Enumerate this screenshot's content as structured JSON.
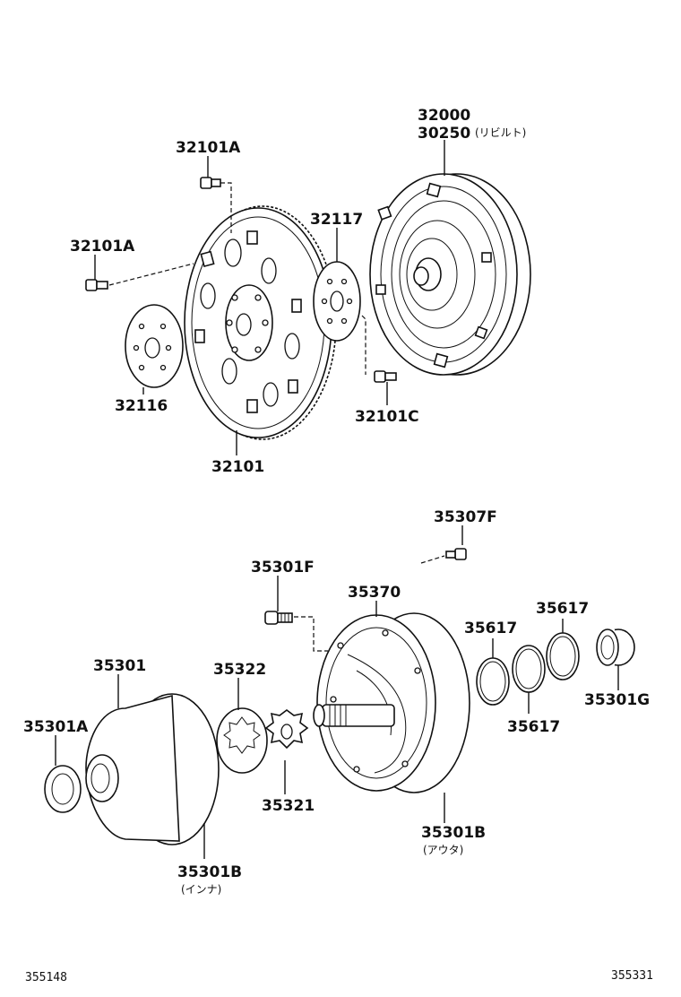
{
  "labels": {
    "p32000": "32000",
    "p30250": "30250",
    "p30250_note": "(リビルト)",
    "p32101A_top": "32101A",
    "p32101A_left": "32101A",
    "p32117": "32117",
    "p32116": "32116",
    "p32101C": "32101C",
    "p32101": "32101",
    "p35307F": "35307F",
    "p35301F": "35301F",
    "p35370": "35370",
    "p35617_a": "35617",
    "p35617_b": "35617",
    "p35617_c": "35617",
    "p35301": "35301",
    "p35322": "35322",
    "p35301A": "35301A",
    "p35301G": "35301G",
    "p35321": "35321",
    "p35301B_outer": "35301B",
    "p35301B_outer_note": "(アウタ)",
    "p35301B_inner": "35301B",
    "p35301B_inner_note": "(インナ)"
  },
  "codes": {
    "left": "355148",
    "right": "355331"
  }
}
